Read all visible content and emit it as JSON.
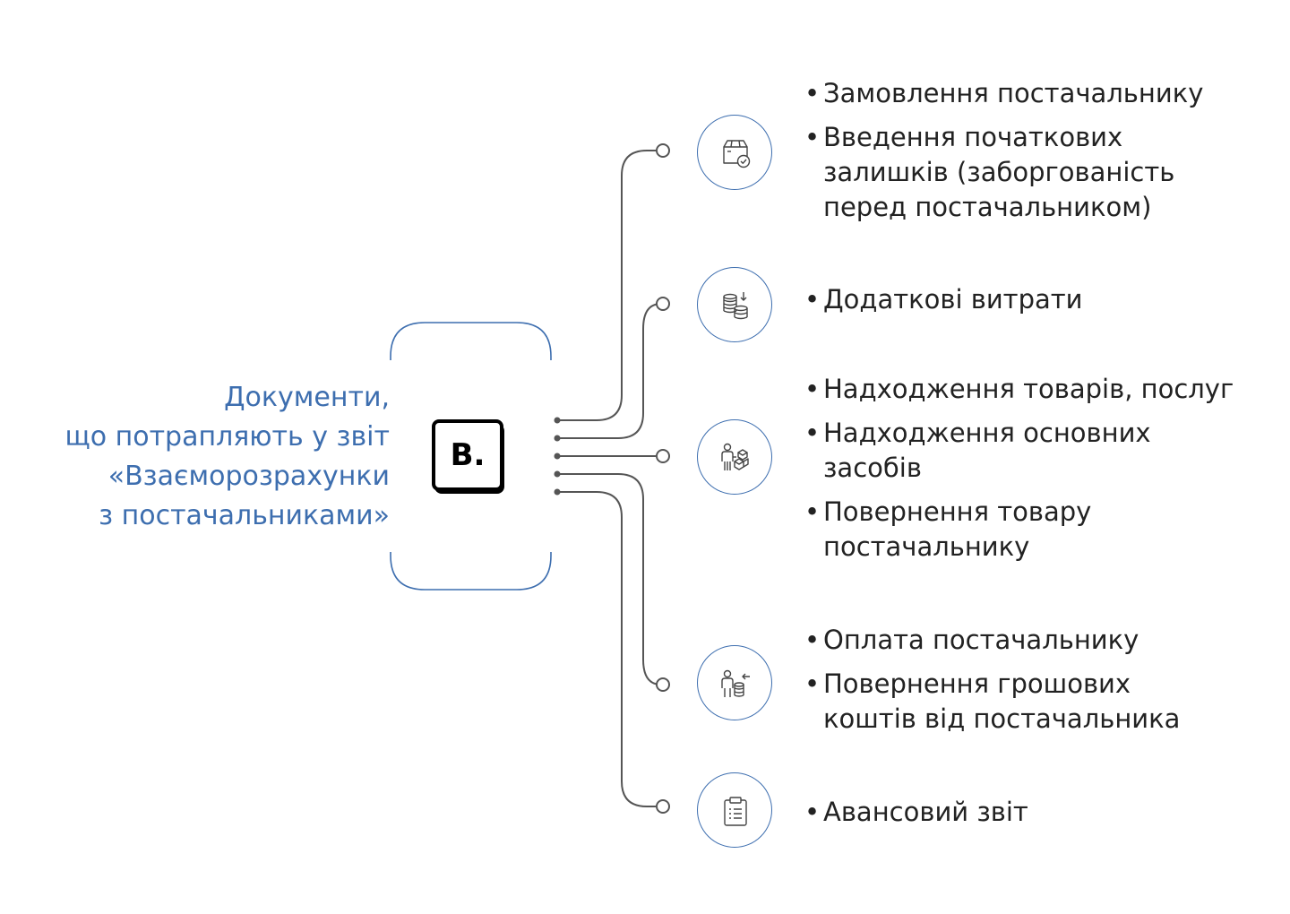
{
  "title_lines": [
    "Документи,",
    "що потрапляють у звіт",
    "«Взаєморозрахунки",
    "з постачальниками»"
  ],
  "logo_text": "B.",
  "colors": {
    "accent": "#3d6eaf",
    "line": "#555555",
    "text": "#222222"
  },
  "groups": [
    {
      "icon": "box-check-icon",
      "items": [
        "Замовлення постачальнику",
        "Введення початкових залишків (заборгованість перед постачальником)"
      ]
    },
    {
      "icon": "coins-arrow-icon",
      "items": [
        "Додаткові витрати"
      ]
    },
    {
      "icon": "person-boxes-icon",
      "items": [
        "Надходження товарів, послуг",
        "Надходження основних засобів",
        "Повернення товару постачальнику"
      ]
    },
    {
      "icon": "person-coins-icon",
      "items": [
        "Оплата постачальнику",
        "Повернення грошових коштів від постачальника"
      ]
    },
    {
      "icon": "clipboard-list-icon",
      "items": [
        "Авансовий звіт"
      ]
    }
  ]
}
